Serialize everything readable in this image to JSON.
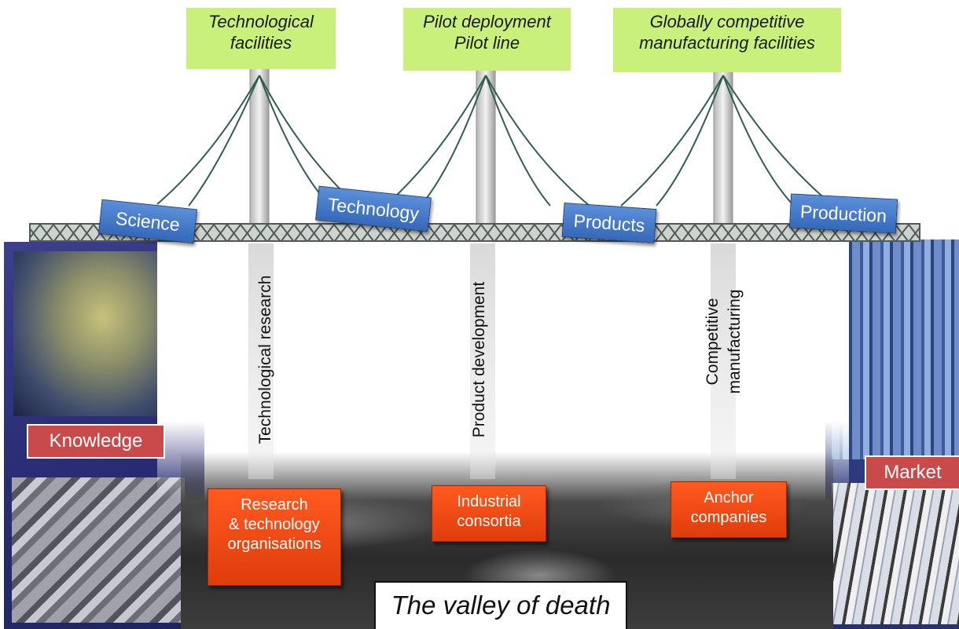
{
  "top_labels": [
    {
      "line1": "Technological",
      "line2": "facilities"
    },
    {
      "line1": "Pilot deployment",
      "line2": "Pilot line"
    },
    {
      "line1": "Globally competitive",
      "line2": "manufacturing facilities"
    }
  ],
  "bridge_signs": [
    "Science",
    "Technology",
    "Products",
    "Production"
  ],
  "pillar_labels": {
    "p1": "Technological research",
    "p2": "Product development",
    "p3_line1": "Competitive",
    "p3_line2": "manufacturing"
  },
  "actor_boxes": [
    {
      "line1": "Research",
      "line2": "& technology",
      "line3": "organisations"
    },
    {
      "line1": "Industrial",
      "line2": "consortia"
    },
    {
      "line1": "Anchor",
      "line2": "companies"
    }
  ],
  "side_labels": {
    "left": "Knowledge",
    "right": "Market"
  },
  "footer_title": "The valley of death",
  "colors": {
    "label_green": "#c8f07a",
    "sign_blue": "#3568b8",
    "box_orange": "#e03c0c",
    "side_red": "#c94a4a",
    "cable": "#2f5f4e"
  }
}
